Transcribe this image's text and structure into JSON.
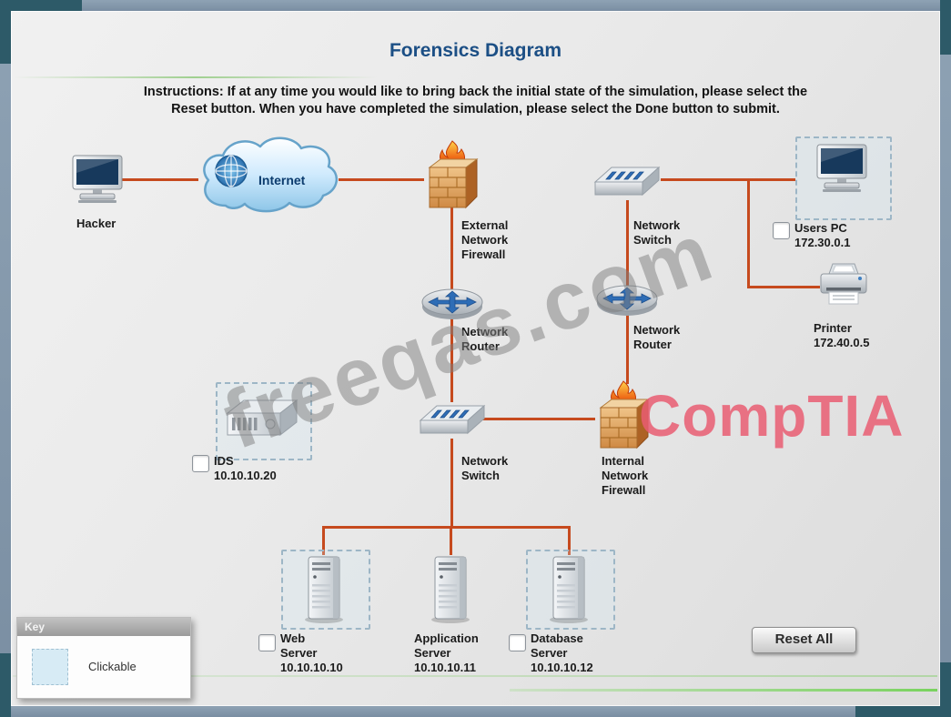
{
  "title": "Forensics Diagram",
  "instructions": {
    "line1": "Instructions: If at any time you would like to bring back the initial state of the simulation, please select the",
    "line2": "Reset button. When you have completed the simulation, please select the Done button to submit."
  },
  "nodes": {
    "hacker": {
      "label": "Hacker"
    },
    "internet": {
      "label": "Internet"
    },
    "external_firewall": {
      "label": "External\nNetwork\nFirewall"
    },
    "network_switch_top": {
      "label": "Network\nSwitch"
    },
    "users_pc": {
      "label": "Users PC\n172.30.0.1",
      "clickable": true
    },
    "printer": {
      "label": "Printer\n172.40.0.5"
    },
    "network_router_left": {
      "label": "Network\nRouter"
    },
    "network_router_right": {
      "label": "Network\nRouter"
    },
    "ids": {
      "label": "IDS\n10.10.10.20",
      "clickable": true
    },
    "network_switch_center": {
      "label": "Network\nSwitch"
    },
    "internal_firewall": {
      "label": "Internal\nNetwork\nFirewall"
    },
    "web_server": {
      "label": "Web\nServer\n10.10.10.10",
      "clickable": true
    },
    "application_server": {
      "label": "Application\nServer\n10.10.10.11"
    },
    "database_server": {
      "label": "Database\nServer\n10.10.10.12",
      "clickable": true
    }
  },
  "key": {
    "header": "Key",
    "clickable_label": "Clickable"
  },
  "buttons": {
    "reset": "Reset All"
  },
  "watermark": {
    "site": "freeqas.com",
    "brand": "CompTIA"
  },
  "colors": {
    "connection_line": "#c64a1e",
    "title_text": "#1c4f85",
    "brand_watermark": "#e95d72",
    "clickable_fill": "#d7ebf5"
  }
}
